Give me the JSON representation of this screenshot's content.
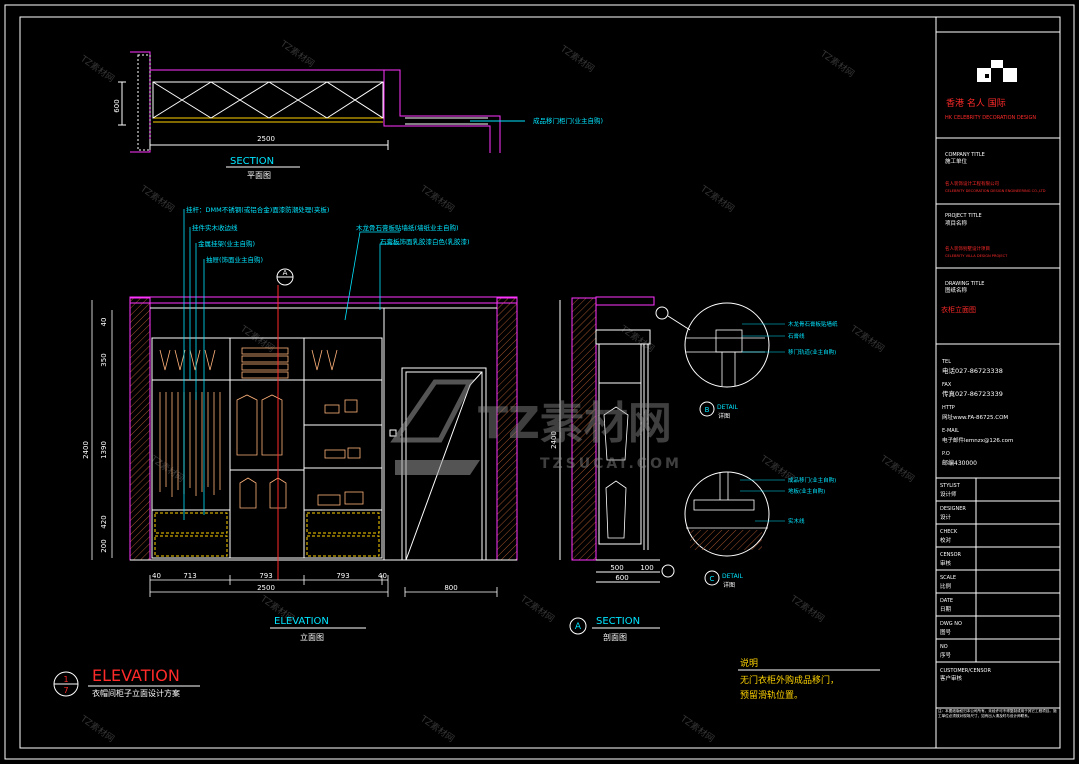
{
  "colors": {
    "background": "#000000",
    "frame": "#ffffff",
    "outline": "#ff33ff",
    "annotation": "#00e5ff",
    "title_red": "#ff2a2a",
    "cabinet": "#ffd400",
    "clothes": "#ffb27a"
  },
  "watermark": {
    "brand": "TZ素材网",
    "url": "TZSUCAI.COM",
    "tile": "TZ素材网"
  },
  "plan": {
    "section_label": "SECTION",
    "section_sub": "平面图",
    "width_dim": "2500",
    "depth_dim": "600",
    "note": "成品移门柜门(业主自购)"
  },
  "elevation": {
    "annotations": [
      "挂杆：DMM不锈钢(或铝合金)面漆防潮处理(夹板)",
      "挂件实木收边线",
      "金属挂架(业主自购)",
      "抽屉(饰面业主自购)",
      "木龙骨石膏板贴墙纸(墙纸业主自购)",
      "石膏板饰面乳胶漆白色(乳胶漆)"
    ],
    "left_dims": [
      "40",
      "350",
      "1390",
      "420",
      "200"
    ],
    "total_height": "2400",
    "bottom_dims": [
      "40",
      "713",
      "793",
      "793",
      "40",
      "800"
    ],
    "total_width": "2500",
    "section_marker": "A",
    "label": "ELEVATION",
    "label_sub": "立面图"
  },
  "section_view": {
    "height_dim": "2400",
    "bottom_dims": [
      "500",
      "100",
      "600"
    ],
    "marker": "A",
    "label": "SECTION",
    "label_sub": "剖面图",
    "detail_b": "B",
    "detail_c": "C",
    "detail_label": "DETAIL",
    "detail_sub": "详图",
    "detail_b_notes": [
      "木龙骨石膏板贴墙纸",
      "石膏线",
      "移门轨道(业主自购)"
    ],
    "detail_c_notes": [
      "成品移门(业主自购)",
      "地板(业主自购)",
      "实木线"
    ]
  },
  "sheet_title": {
    "number": "1",
    "sub_number": "7",
    "label": "ELEVATION",
    "sub": "衣帽间柜子立面设计方案"
  },
  "notes": {
    "title": "说明",
    "line1": "无门衣柜外购成品移门，",
    "line2": "预留滑轨位置。"
  },
  "title_block": {
    "company_cn": "香港 名人 国际",
    "company_en": "HK CELEBRITY DECORATION DESIGN",
    "company_title_label": "COMPANY TITLE",
    "company_title_cn": "施工单位",
    "company_red": "名人装饰设计工程有限公司",
    "company_red_en": "CELEBRITY DECORATION DESIGN ENGINEERING CO.,LTD",
    "project_title_label": "PROJECT TITLE",
    "project_title_cn": "项目名称",
    "project_red": "名人装饰别墅设计项目",
    "project_red_en": "CELEBRITY VILLA DESIGN PROJECT",
    "drawing_title_label": "DRAWING TITLE",
    "drawing_title_cn": "图纸名称",
    "drawing_name": "衣柜立面图",
    "tel_label": "TEL",
    "tel": "电话027-86723338",
    "fax_label": "FAX",
    "fax": "传真027-86723339",
    "http_label": "HTTP",
    "http": "网址www.FA-86725.COM",
    "email_label": "E-MAIL",
    "email": "电子邮件lemnzx@126.com",
    "po_label": "P.O",
    "po": "邮编430000",
    "fields": [
      {
        "en": "STYLIST",
        "cn": "设计师"
      },
      {
        "en": "DESIGNER",
        "cn": "设计"
      },
      {
        "en": "CHECK",
        "cn": "校对"
      },
      {
        "en": "CENSOR",
        "cn": "审核"
      },
      {
        "en": "SCALE",
        "cn": "比例"
      },
      {
        "en": "DATE",
        "cn": "日期"
      },
      {
        "en": "DWG NO",
        "cn": "图号"
      },
      {
        "en": "NO",
        "cn": "序号"
      }
    ],
    "customer_label": "CUSTOMER/CENSOR",
    "customer_cn": "客户审核",
    "footer": "注：本图纸版权归本公司所有，未经许可不得复制或用于其它工程项目。施工单位必须核对现场尺寸，如有出入请及时与设计师联系。"
  }
}
